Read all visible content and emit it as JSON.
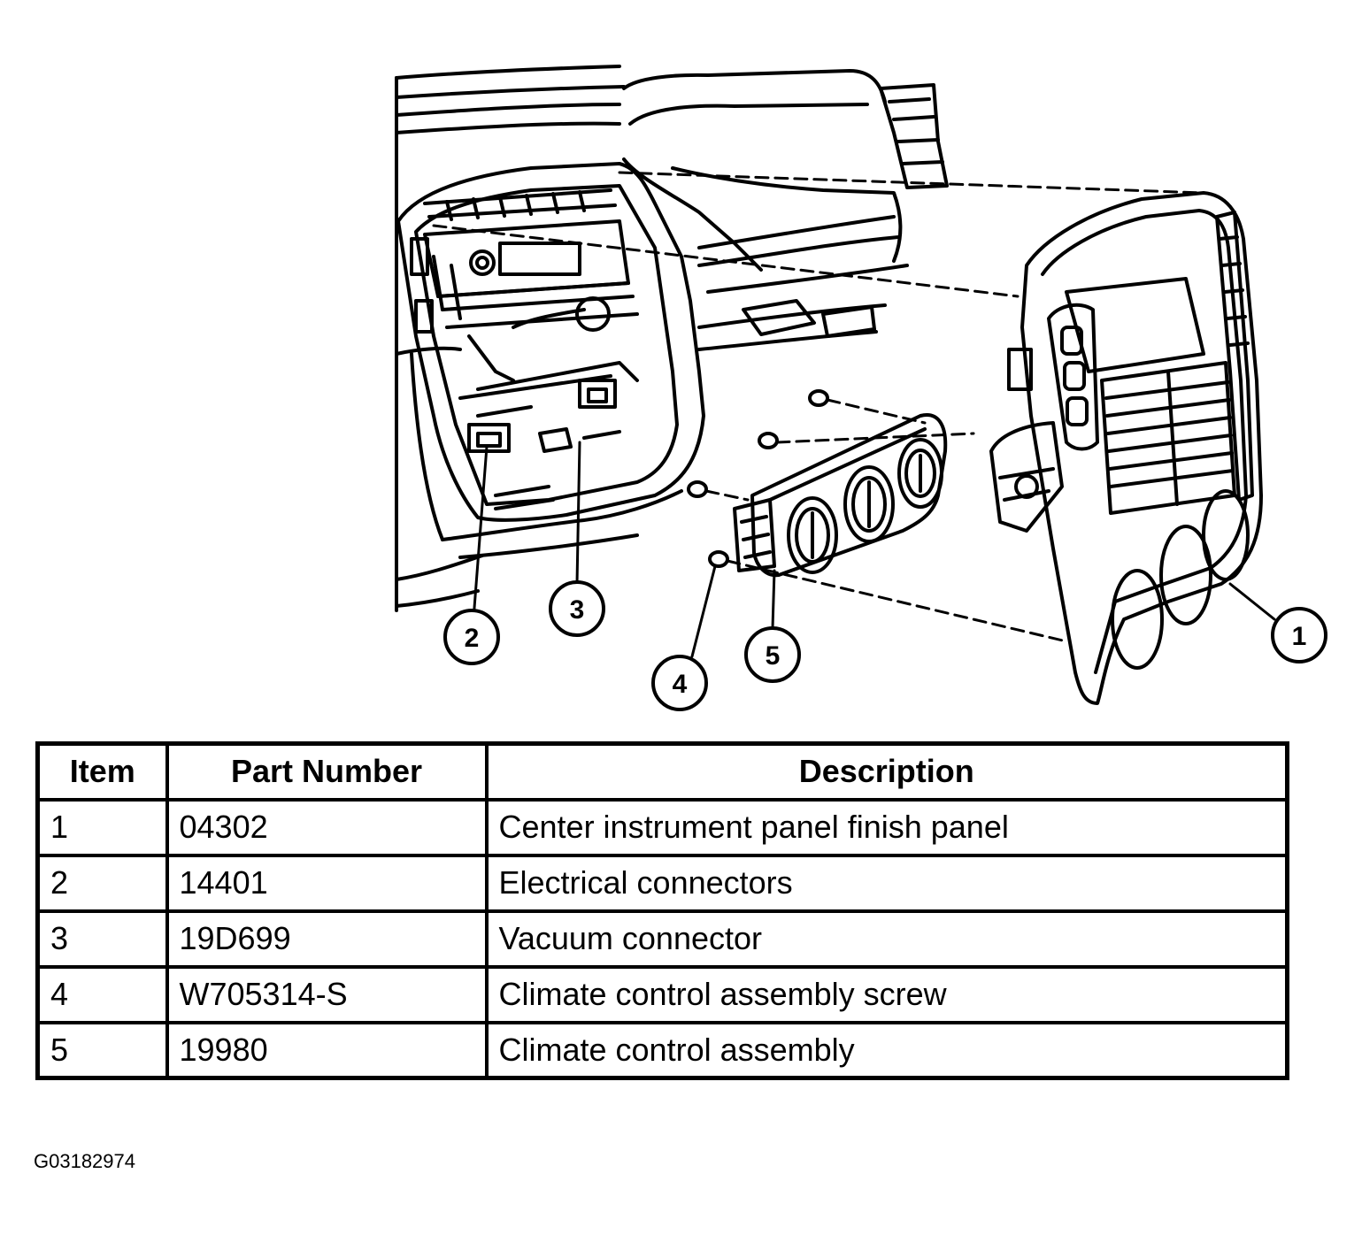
{
  "callouts": [
    "1",
    "2",
    "3",
    "4",
    "5"
  ],
  "table": {
    "headers": [
      "Item",
      "Part Number",
      "Description"
    ],
    "rows": [
      {
        "item": "1",
        "part_number": "04302",
        "description": "Center instrument panel finish panel"
      },
      {
        "item": "2",
        "part_number": "14401",
        "description": "Electrical connectors"
      },
      {
        "item": "3",
        "part_number": "19D699",
        "description": "Vacuum connector"
      },
      {
        "item": "4",
        "part_number": "W705314-S",
        "description": "Climate control assembly screw"
      },
      {
        "item": "5",
        "part_number": "19980",
        "description": "Climate control assembly"
      }
    ]
  },
  "figure_id": "G03182974"
}
